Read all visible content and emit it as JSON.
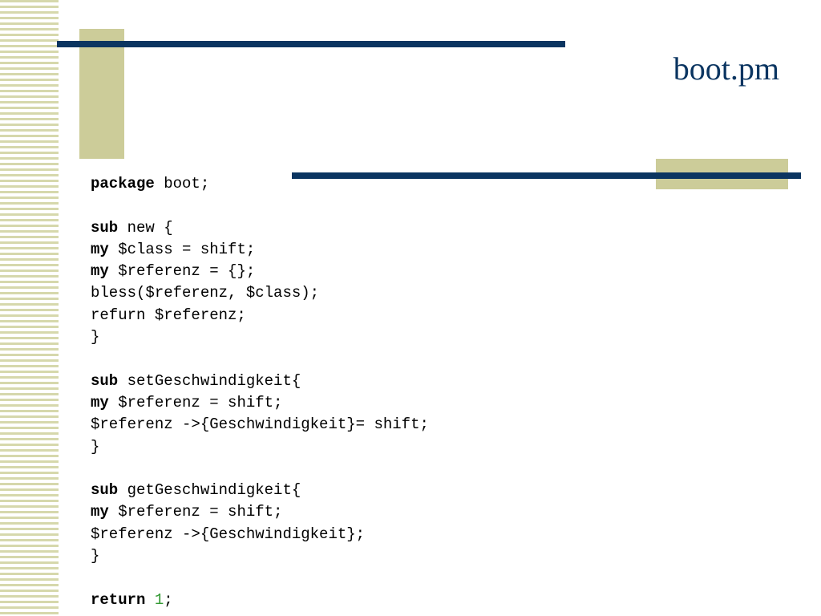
{
  "slide": {
    "title": "boot.pm"
  },
  "colors": {
    "accent_navy": "#0b3561",
    "accent_khaki": "#cccc99",
    "stripe_khaki": "#d6d8ac",
    "number_green": "#339933"
  },
  "code": {
    "lines": [
      {
        "kw": "package",
        "rest": " boot;"
      },
      {
        "kw": "",
        "rest": ""
      },
      {
        "kw": "sub",
        "rest": " new {"
      },
      {
        "kw": "my",
        "rest": " $class = shift;"
      },
      {
        "kw": "my",
        "rest": " $referenz = {};"
      },
      {
        "kw": "",
        "rest": "bless($referenz, $class);"
      },
      {
        "kw": "",
        "rest": "refurn $referenz;"
      },
      {
        "kw": "",
        "rest": "}"
      },
      {
        "kw": "",
        "rest": ""
      },
      {
        "kw": "sub",
        "rest": " setGeschwindigkeit{"
      },
      {
        "kw": "my",
        "rest": " $referenz = shift;"
      },
      {
        "kw": "",
        "rest": "$referenz ->{Geschwindigkeit}= shift;"
      },
      {
        "kw": "",
        "rest": "}"
      },
      {
        "kw": "",
        "rest": ""
      },
      {
        "kw": "sub",
        "rest": " getGeschwindigkeit{"
      },
      {
        "kw": "my",
        "rest": " $referenz = shift;"
      },
      {
        "kw": "",
        "rest": "$referenz ->{Geschwindigkeit};"
      },
      {
        "kw": "",
        "rest": "}"
      },
      {
        "kw": "",
        "rest": ""
      },
      {
        "kw": "return",
        "rest": " ",
        "num": "1",
        "tail": ";"
      }
    ]
  }
}
